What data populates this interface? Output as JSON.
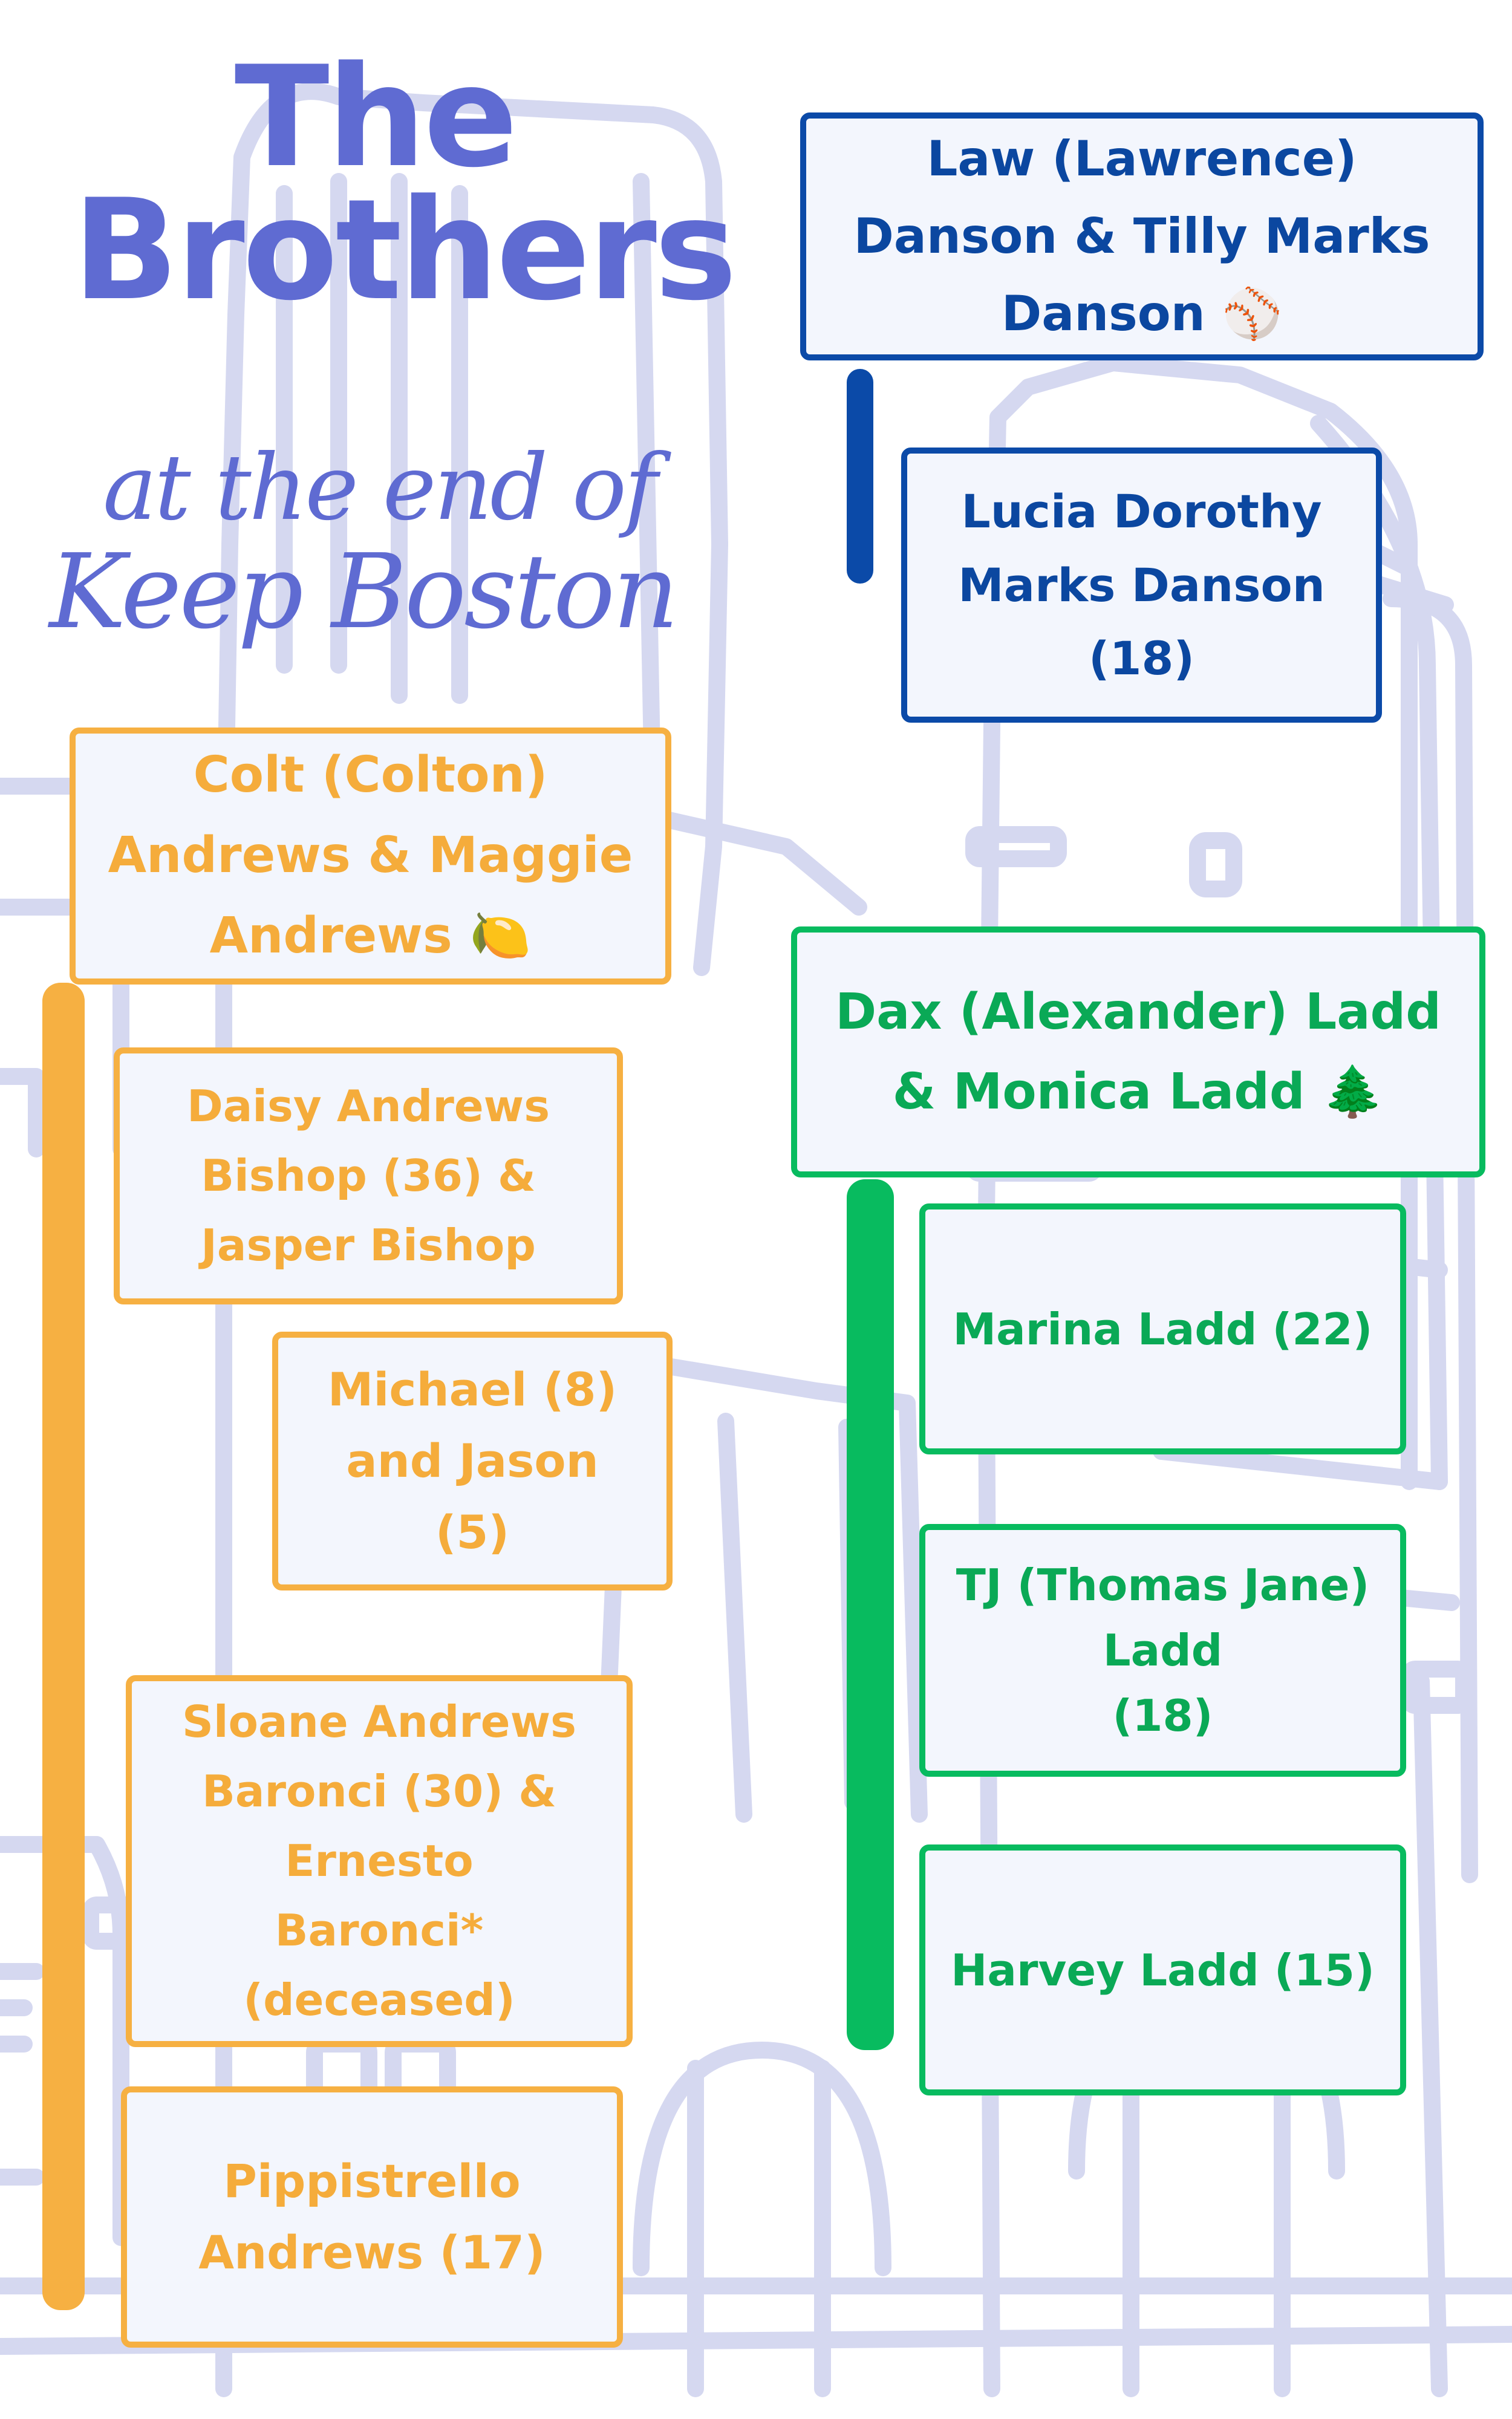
{
  "title": {
    "line1": "The",
    "line2": "Brothers",
    "script1": "at the end of",
    "script2": "Keep Boston"
  },
  "colors": {
    "blue": "#0b4aa8",
    "orange": "#f6b042",
    "green": "#08bb5f",
    "title": "#5f6bd2",
    "sketch": "#d5d8f0"
  },
  "families": {
    "danson": {
      "parents": [
        "Law (Lawrence)",
        "Danson & Tilly Marks",
        "Danson ⚾"
      ],
      "children": [
        [
          "Lucia Dorothy",
          "Marks Danson",
          "(18)"
        ]
      ]
    },
    "andrews": {
      "parents": [
        "Colt (Colton)",
        "Andrews & Maggie",
        "Andrews 🍋"
      ],
      "children": [
        [
          "Daisy Andrews",
          "Bishop (36) &",
          "Jasper Bishop"
        ],
        [
          "Michael (8)",
          "and Jason",
          "(5)"
        ],
        [
          "Sloane Andrews",
          "Baronci (30) &",
          "Ernesto",
          "Baronci*",
          "(deceased)"
        ],
        [
          "Pippistrello",
          "Andrews (17)"
        ]
      ]
    },
    "ladd": {
      "parents": [
        "Dax (Alexander) Ladd",
        "& Monica Ladd 🌲"
      ],
      "children": [
        [
          "Marina Ladd (22)"
        ],
        [
          "TJ (Thomas Jane)",
          "Ladd",
          "(18)"
        ],
        [
          "Harvey Ladd (15)"
        ]
      ]
    }
  }
}
